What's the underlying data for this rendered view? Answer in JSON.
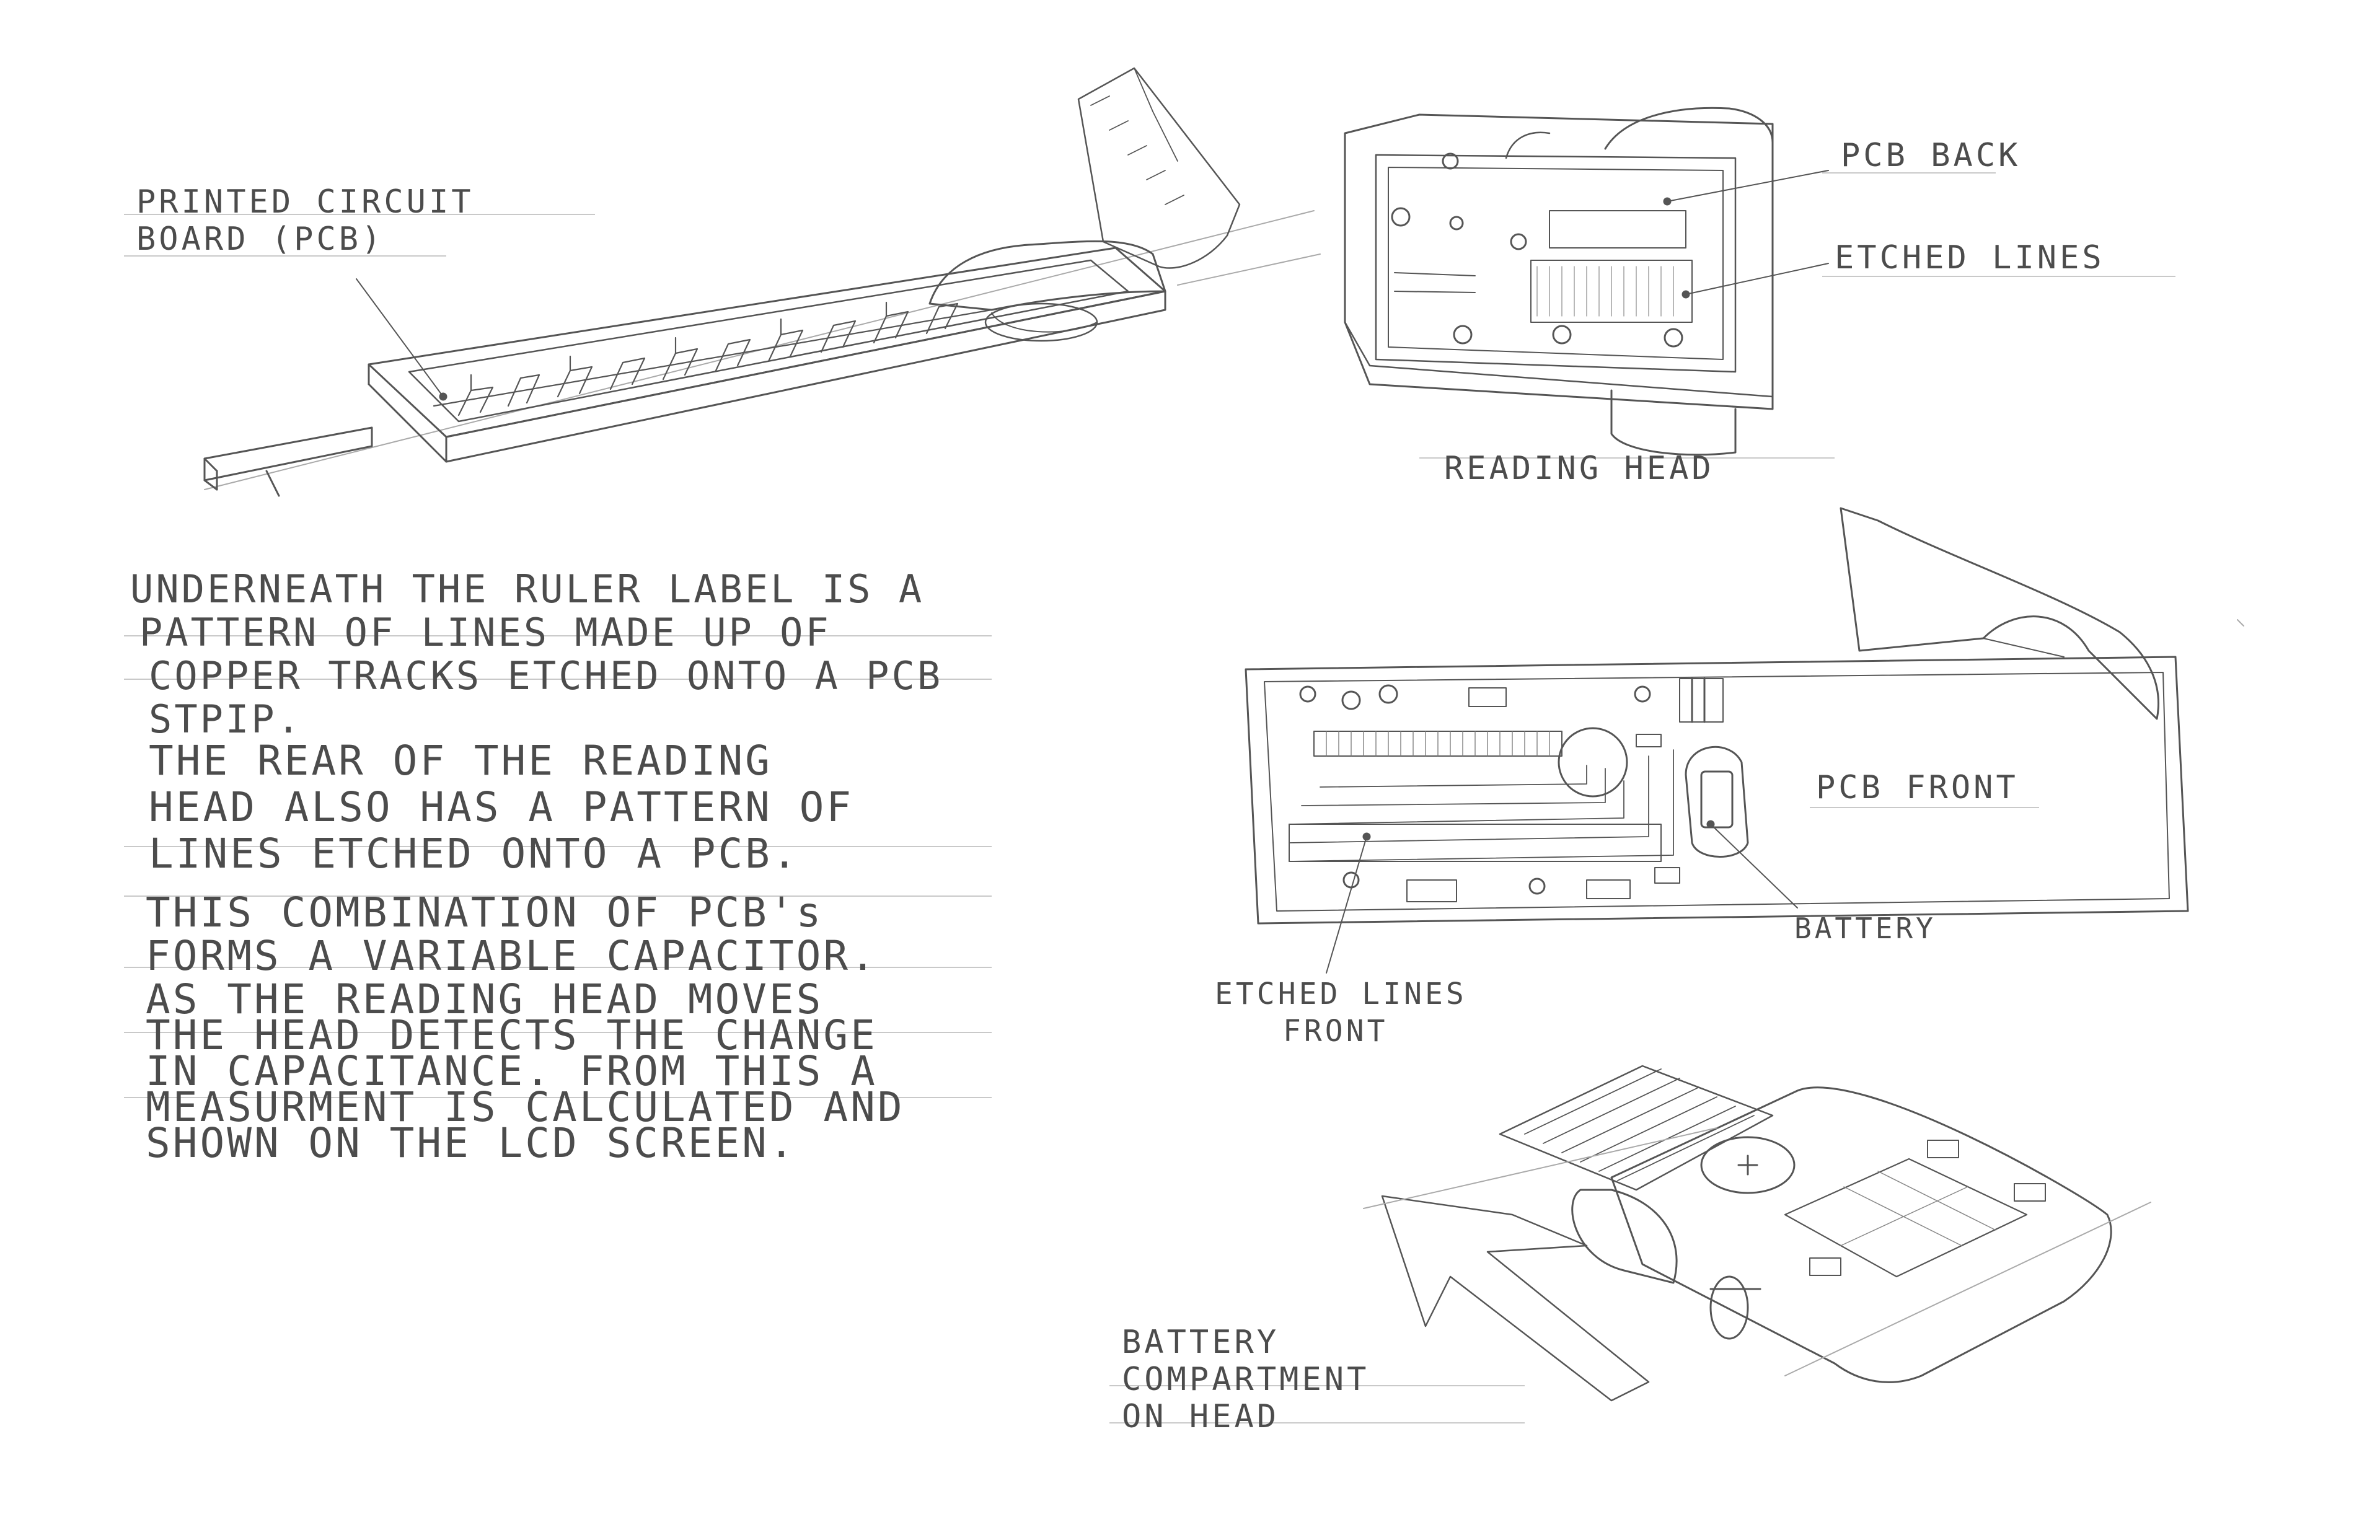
{
  "labels": {
    "pcb": [
      "PRINTED CIRCUIT",
      "BOARD (PCB)"
    ],
    "pcb_back": "PCB BACK",
    "etched_lines": "ETCHED LINES",
    "reading_head": "READING HEAD",
    "pcb_front": "PCB FRONT",
    "battery": "BATTERY",
    "etched_lines_front": [
      "ETCHED LINES",
      "FRONT"
    ],
    "battery_compartment": [
      "BATTERY",
      "COMPARTMENT",
      "ON HEAD"
    ]
  },
  "paragraphs": [
    [
      "UNDERNEATH THE RULER LABEL IS A",
      "PATTERN OF LINES MADE UP OF",
      "COPPER TRACKS ETCHED ONTO A PCB",
      "STPIP."
    ],
    [
      "THE REAR OF THE READING",
      "HEAD ALSO HAS A PATTERN OF",
      "LINES ETCHED ONTO A PCB."
    ],
    [
      "THIS COMBINATION OF PCB's",
      "FORMS A VARIABLE CAPACITOR.",
      "AS THE READING HEAD MOVES",
      "THE HEAD DETECTS THE CHANGE",
      "IN CAPACITANCE. FROM THIS A",
      "MEASURMENT IS CALCULATED AND",
      "SHOWN ON THE LCD SCREEN."
    ]
  ],
  "colors": {
    "pencil": "#4c4c4c",
    "light_pencil": "#9a9a9a",
    "paper": "#ffffff"
  }
}
